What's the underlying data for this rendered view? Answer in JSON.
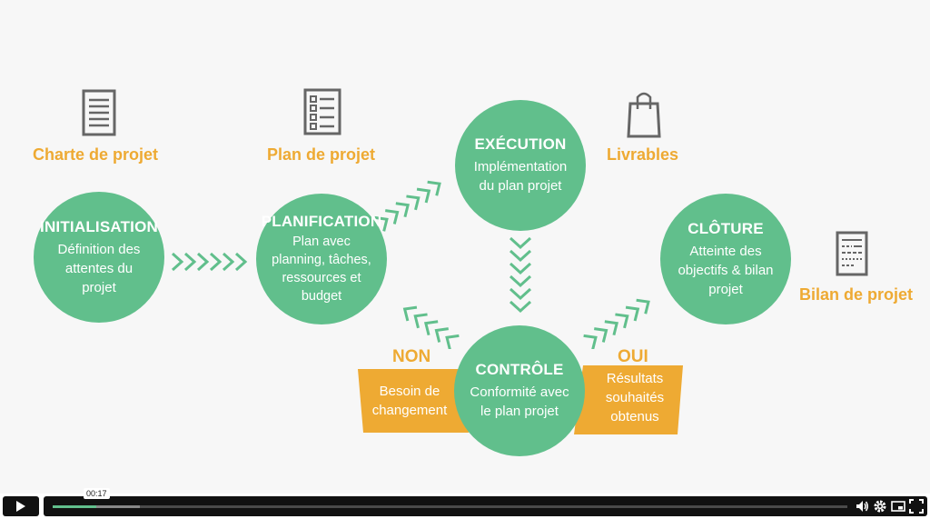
{
  "diagram": {
    "labels": {
      "charte": "Charte de projet",
      "plan": "Plan de projet",
      "livrables": "Livrables",
      "bilan": "Bilan de projet"
    },
    "phases": {
      "initialisation": {
        "title": "INITIALISATION",
        "desc": [
          "Définition des",
          "attentes du",
          "projet"
        ]
      },
      "planification": {
        "title": "PLANIFICATION",
        "desc": [
          "Plan avec",
          "planning, tâches,",
          "ressources et",
          "budget"
        ]
      },
      "execution": {
        "title": "EXÉCUTION",
        "desc": [
          "Implémentation",
          "du plan projet"
        ]
      },
      "controle": {
        "title": "CONTRÔLE",
        "desc": [
          "Conformité avec",
          "le plan projet"
        ]
      },
      "cloture": {
        "title": "CLÔTURE",
        "desc": [
          "Atteinte des",
          "objectifs & bilan",
          "projet"
        ]
      }
    },
    "decisions": {
      "non": {
        "label": "NON",
        "desc": [
          "Besoin de",
          "changement"
        ]
      },
      "oui": {
        "label": "OUI",
        "desc": [
          "Résultats",
          "souhaités",
          "obtenus"
        ]
      }
    },
    "colors": {
      "green": "#61bf8c",
      "orange": "#eeaa33",
      "icon": "#666666"
    }
  },
  "player": {
    "time_tooltip": "00:17",
    "progress_played": 0.055,
    "progress_buffered": 0.11,
    "icons": [
      "play-icon",
      "volume-icon",
      "settings-icon",
      "pip-icon",
      "fullscreen-icon"
    ]
  }
}
